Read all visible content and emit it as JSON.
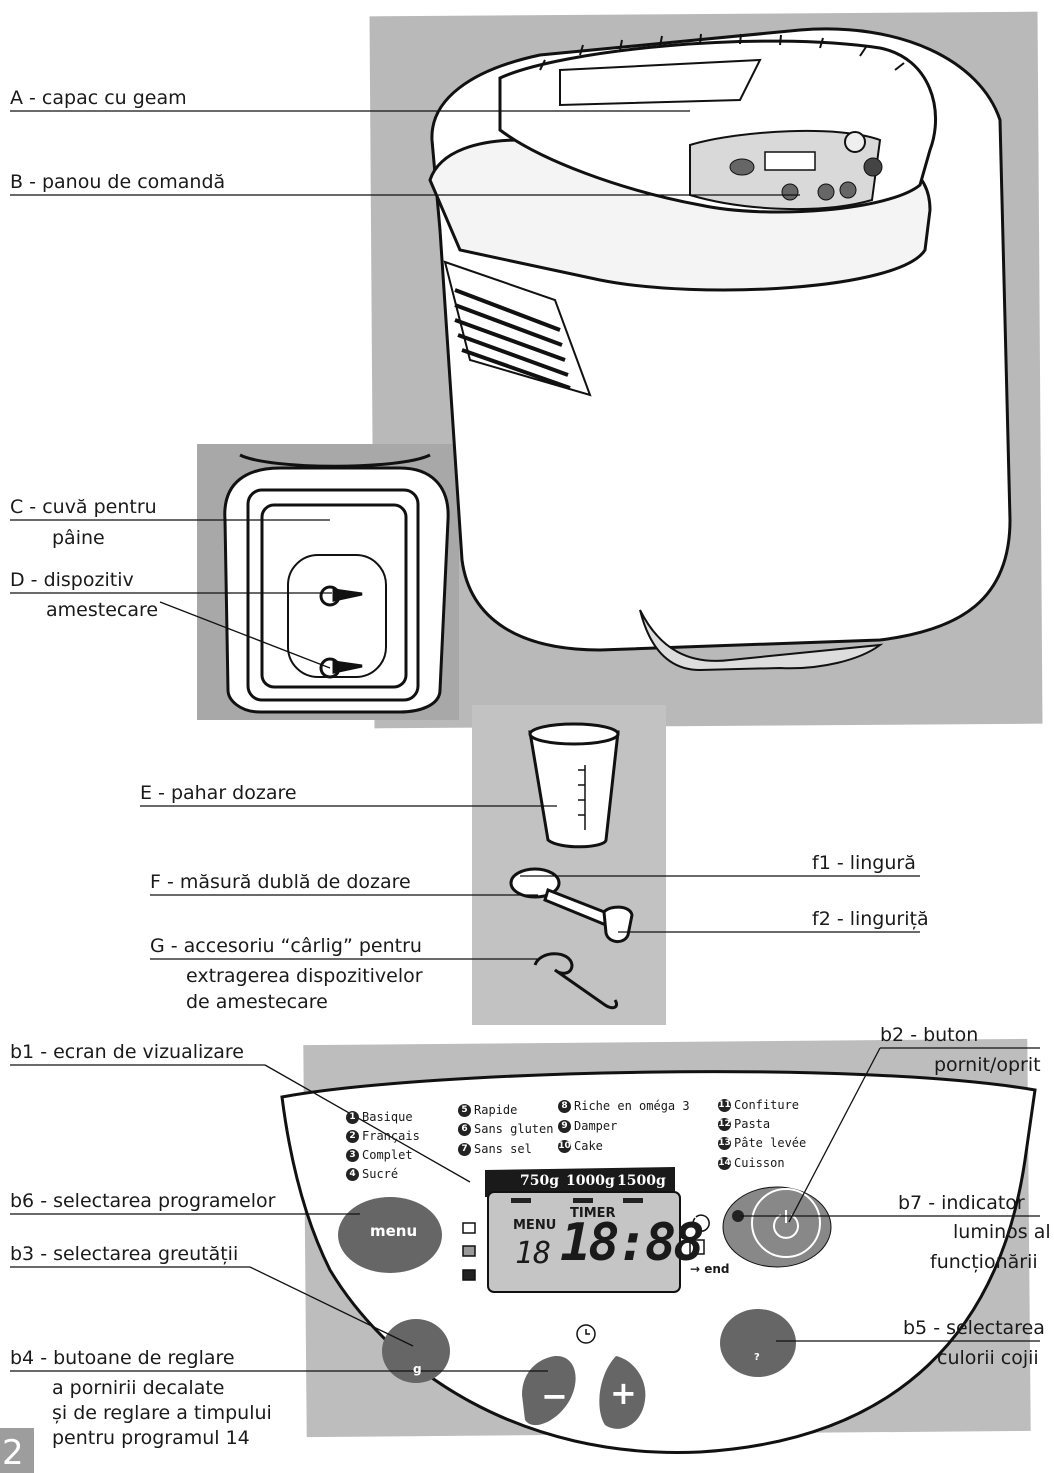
{
  "labels": {
    "A": "A - capac cu geam",
    "B": "B - panou de comandă",
    "C1": "C - cuvă pentru",
    "C2": "pâine",
    "D1": "D - dispozitiv",
    "D2": "amestecare",
    "E": "E -  pahar dozare",
    "F": "F - măsură dublă de dozare",
    "f1": "f1 - lingură",
    "f2": "f2 -  linguriță",
    "G1": "G - accesoriu “cârlig” pentru",
    "G2": "extragerea dispozitivelor",
    "G3": "de amestecare",
    "b1": "b1 - ecran de vizualizare",
    "b2a": "b2 - buton",
    "b2b": "pornit/oprit",
    "b6": "b6 - selectarea programelor",
    "b7a": "b7 - indicator",
    "b7b": "luminos al",
    "b7c": "funcționării",
    "b3": "b3 - selectarea greutății",
    "b5a": "b5 - selectarea",
    "b5b": "culorii cojii",
    "b4a": "b4 - butoane de reglare",
    "b4b": "a pornirii decalate",
    "b4c": "și de reglare a timpului",
    "b4d": "pentru programul 14"
  },
  "control_panel": {
    "programs": [
      {
        "n": "1",
        "name": "Basique"
      },
      {
        "n": "2",
        "name": "Français"
      },
      {
        "n": "3",
        "name": "Complet"
      },
      {
        "n": "4",
        "name": "Sucré"
      },
      {
        "n": "5",
        "name": "Rapide"
      },
      {
        "n": "6",
        "name": "Sans gluten"
      },
      {
        "n": "7",
        "name": "Sans sel"
      },
      {
        "n": "8",
        "name": "Riche en oméga 3"
      },
      {
        "n": "9",
        "name": "Damper"
      },
      {
        "n": "10",
        "name": "Cake"
      },
      {
        "n": "11",
        "name": "Confiture"
      },
      {
        "n": "12",
        "name": "Pasta"
      },
      {
        "n": "13",
        "name": "Pâte levée"
      },
      {
        "n": "14",
        "name": "Cuisson"
      }
    ],
    "weights": [
      "750g",
      "1000g",
      "1500g"
    ],
    "menu_label": "MENU",
    "timer_label": "TIMER",
    "program_digits": "18",
    "time_digits": "18:88",
    "end_label": "→ end",
    "menu_button": "menu",
    "weight_button": "g",
    "crust_button": "?",
    "minus": "−",
    "plus": "+"
  },
  "page_number": "2"
}
